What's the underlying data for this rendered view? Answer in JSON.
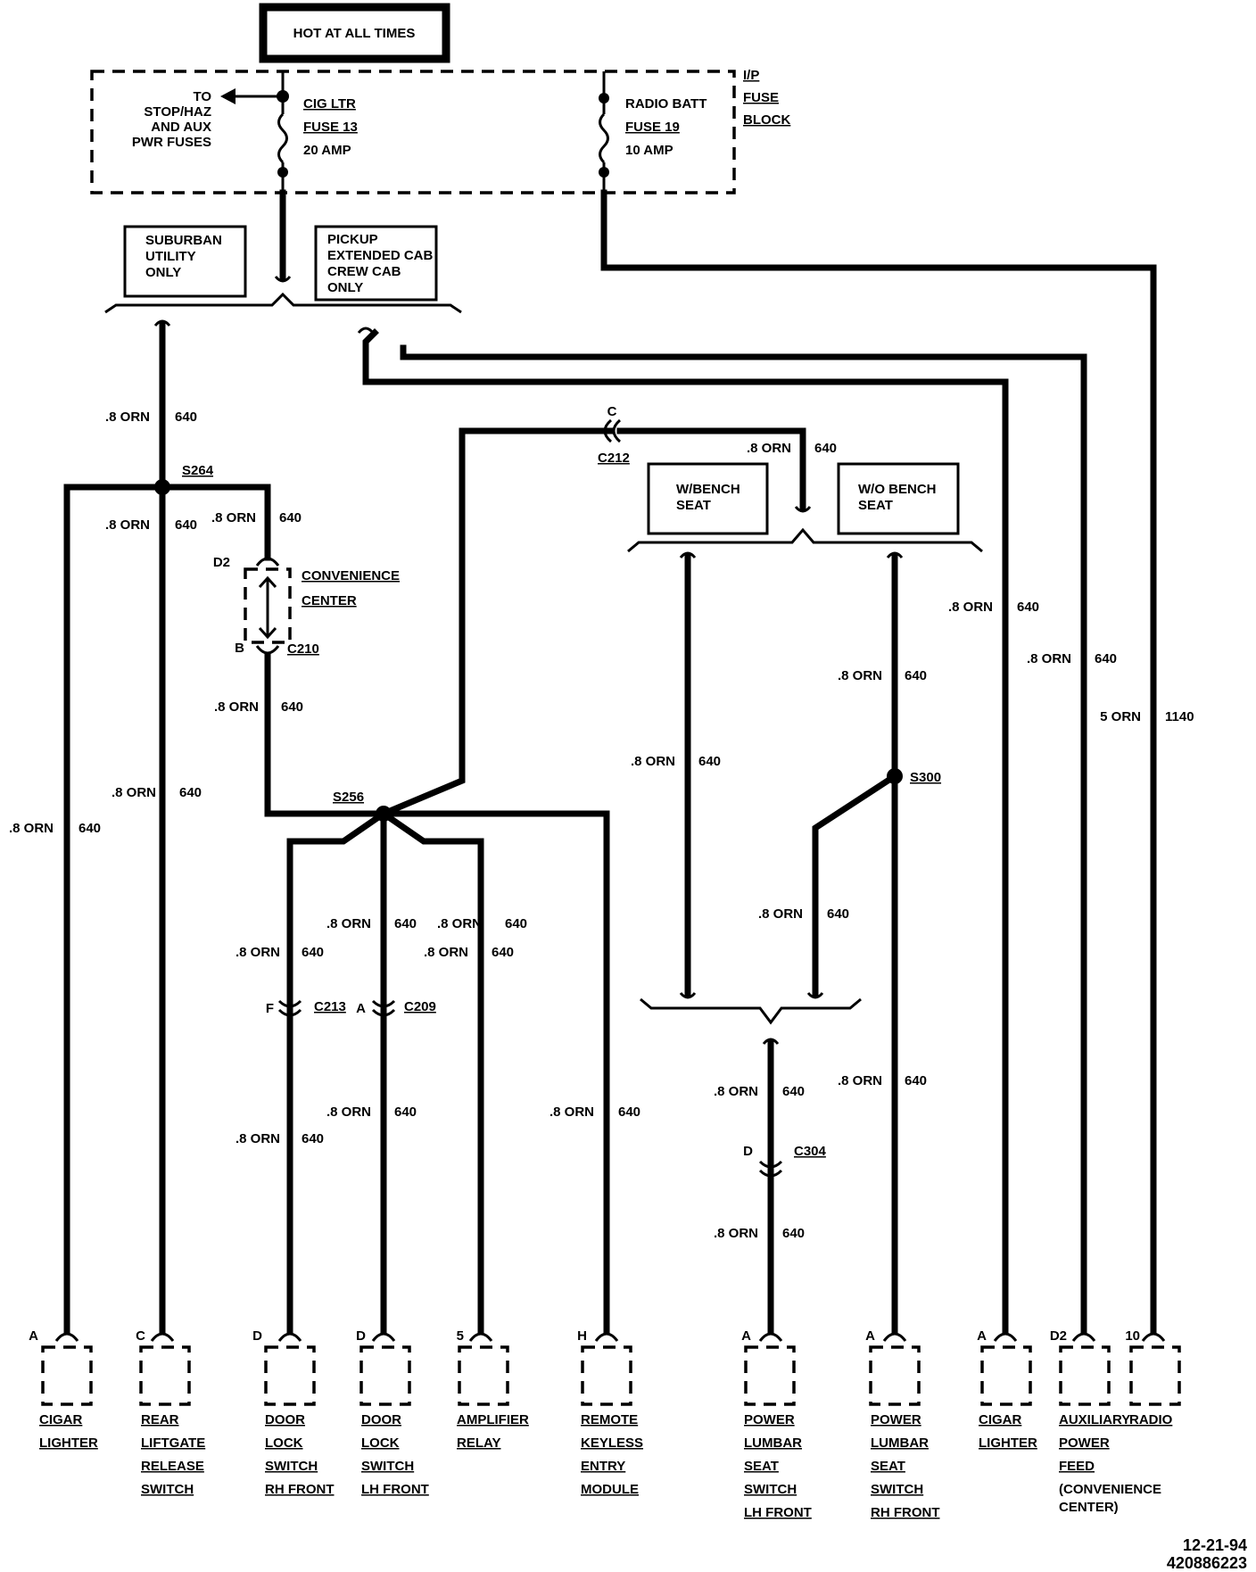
{
  "header": {
    "hot_label": "HOT AT ALL TIMES"
  },
  "fuse_block": {
    "label_lines": [
      "I/P",
      "FUSE",
      "BLOCK"
    ],
    "to_note_lines": [
      "TO",
      "STOP/HAZ",
      "AND AUX",
      "PWR FUSES"
    ],
    "fuse_a": {
      "name": "CIG LTR",
      "fuse": "FUSE 13",
      "amp": "20 AMP"
    },
    "fuse_b": {
      "name": "RADIO BATT",
      "fuse": "FUSE 19",
      "amp": "10 AMP"
    }
  },
  "option_boxes": {
    "suburban": [
      "SUBURBAN",
      "UTILITY",
      "ONLY"
    ],
    "pickup": [
      "PICKUP",
      "EXTENDED CAB",
      "CREW CAB",
      "ONLY"
    ],
    "w_bench": [
      "W/BENCH",
      "SEAT"
    ],
    "wo_bench": [
      "W/O BENCH",
      "SEAT"
    ]
  },
  "splices": {
    "s264": "S264",
    "s256": "S256",
    "s300": "S300"
  },
  "convenience_center": {
    "lines": [
      "CONVENIENCE",
      "CENTER"
    ],
    "top_pin": "D2",
    "bottom_pin": "B",
    "connector": "C210"
  },
  "inline_connectors": {
    "c212": {
      "pin": "C",
      "name": "C212"
    },
    "c213": {
      "pin": "F",
      "name": "C213"
    },
    "c209": {
      "pin": "A",
      "name": "C209"
    },
    "c304": {
      "pin": "D",
      "name": "C304"
    }
  },
  "wire_labels": {
    "w1": {
      "size": ".8 ORN",
      "circuit": "640"
    },
    "w2": {
      "size": ".8 ORN",
      "circuit": "640"
    },
    "w3": {
      "size": ".8 ORN",
      "circuit": "640"
    },
    "w4": {
      "size": ".8 ORN",
      "circuit": "640"
    },
    "w5": {
      "size": ".8 ORN",
      "circuit": "640"
    },
    "w6": {
      "size": ".8 ORN",
      "circuit": "640"
    },
    "w7": {
      "size": ".8 ORN",
      "circuit": "640"
    },
    "w8": {
      "size": ".8 ORN",
      "circuit": "640"
    },
    "w9": {
      "size": ".8 ORN",
      "circuit": "640"
    },
    "w10": {
      "size": ".8 ORN",
      "circuit": "640"
    },
    "w11": {
      "size": ".8 ORN",
      "circuit": "640"
    },
    "w12": {
      "size": ".8 ORN",
      "circuit": "640"
    },
    "w13": {
      "size": ".8 ORN",
      "circuit": "640"
    },
    "w14": {
      "size": ".8 ORN",
      "circuit": "640"
    },
    "w15": {
      "size": ".8 ORN",
      "circuit": "640"
    },
    "w16": {
      "size": ".8 ORN",
      "circuit": "640"
    },
    "w17": {
      "size": ".8 ORN",
      "circuit": "640"
    },
    "w18": {
      "size": ".8 ORN",
      "circuit": "640"
    },
    "w19": {
      "size": ".8 ORN",
      "circuit": "640"
    },
    "w20": {
      "size": ".8 ORN",
      "circuit": "640"
    },
    "w21": {
      "size": ".8 ORN",
      "circuit": "640"
    },
    "w22": {
      "size": ".8 ORN",
      "circuit": "640"
    },
    "w23": {
      "size": "5 ORN",
      "circuit": "1140"
    }
  },
  "components": [
    {
      "pin": "A",
      "lines": [
        "CIGAR",
        "LIGHTER"
      ]
    },
    {
      "pin": "C",
      "lines": [
        "REAR",
        "LIFTGATE",
        "RELEASE",
        "SWITCH"
      ]
    },
    {
      "pin": "D",
      "lines": [
        "DOOR",
        "LOCK",
        "SWITCH",
        "RH FRONT"
      ]
    },
    {
      "pin": "D",
      "lines": [
        "DOOR",
        "LOCK",
        "SWITCH",
        "LH FRONT"
      ]
    },
    {
      "pin": "5",
      "lines": [
        "AMPLIFIER",
        "RELAY"
      ]
    },
    {
      "pin": "H",
      "lines": [
        "REMOTE",
        "KEYLESS",
        "ENTRY",
        "MODULE"
      ]
    },
    {
      "pin": "A",
      "lines": [
        "POWER",
        "LUMBAR",
        "SEAT",
        "SWITCH",
        "LH FRONT"
      ]
    },
    {
      "pin": "A",
      "lines": [
        "POWER",
        "LUMBAR",
        "SEAT",
        "SWITCH",
        "RH FRONT"
      ]
    },
    {
      "pin": "A",
      "lines": [
        "CIGAR",
        "LIGHTER"
      ]
    },
    {
      "pin": "D2",
      "lines": [
        "AUXILIARY",
        "POWER",
        "FEED",
        "(CONVENIENCE",
        "CENTER)"
      ]
    },
    {
      "pin": "10",
      "lines": [
        "RADIO"
      ]
    }
  ],
  "footer": {
    "date": "12-21-94",
    "code": "420886223"
  }
}
